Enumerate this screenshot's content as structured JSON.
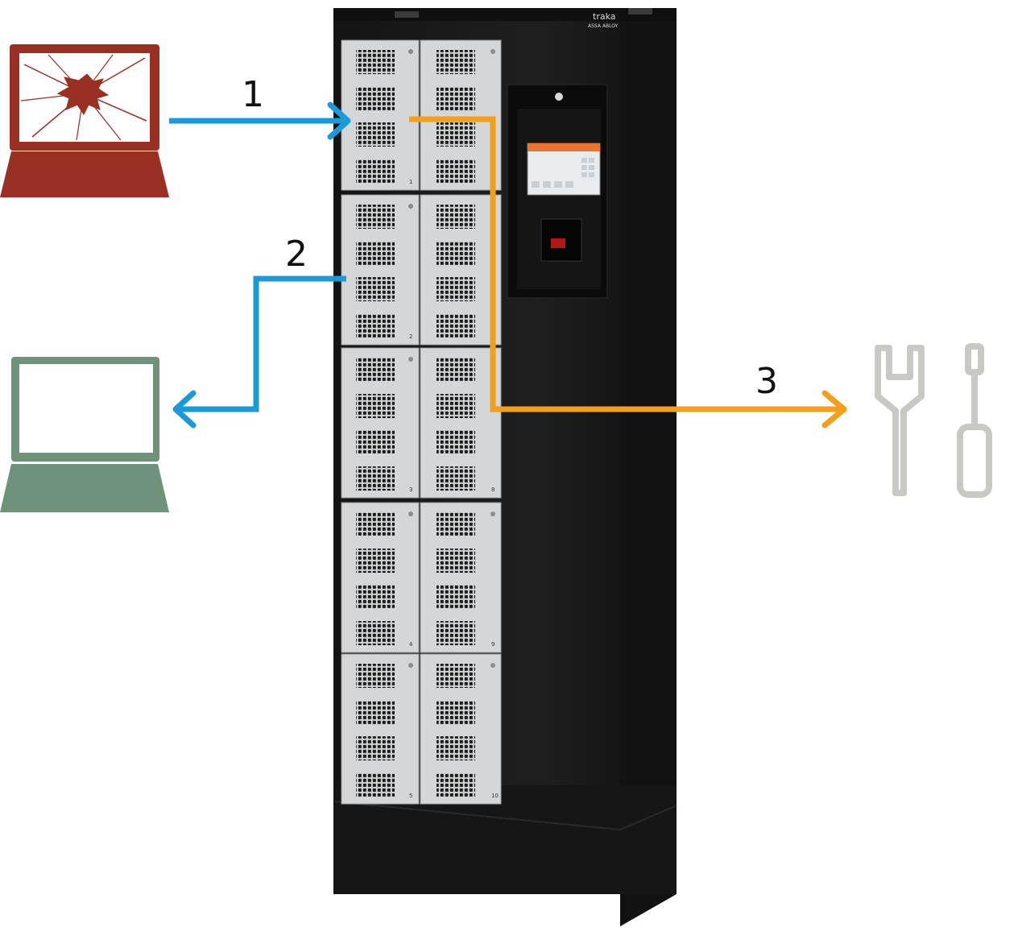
{
  "diagram": {
    "steps": [
      {
        "id": "1",
        "label": "1",
        "meaning": "deposit"
      },
      {
        "id": "2",
        "label": "2",
        "meaning": "collect"
      },
      {
        "id": "3",
        "label": "3",
        "meaning": "repair"
      }
    ],
    "colors": {
      "broken_laptop": "#9a2f23",
      "good_laptop": "#6f937a",
      "blue_arrow": "#1a9ad8",
      "orange_arrow": "#f29f1c",
      "tools": "#c8c8c4",
      "cabinet": "#1c1c1d",
      "door": "#d4d6d8"
    },
    "cabinet": {
      "brand": "traka",
      "brand_sub": "ASSA ABLOY",
      "left_column_numbers": [
        "1",
        "2",
        "3",
        "4",
        "5"
      ],
      "right_column_numbers": [
        "",
        "",
        "8",
        "9",
        "10"
      ]
    },
    "icons": [
      "broken-laptop-icon",
      "working-laptop-icon",
      "wrench-icon",
      "screwdriver-icon"
    ]
  }
}
